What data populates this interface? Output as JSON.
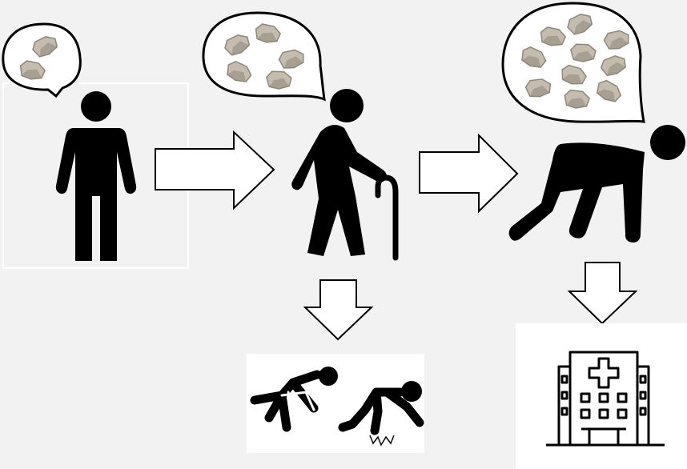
{
  "stages": [
    {
      "id": "healthy",
      "stone_count": 2
    },
    {
      "id": "elderly",
      "stone_count": 5
    },
    {
      "id": "frail",
      "stone_count": 10
    }
  ],
  "outcomes": [
    {
      "id": "falls"
    },
    {
      "id": "hospital"
    }
  ],
  "colors": {
    "background": "#f2f2f2",
    "figure": "#000000",
    "stone_fill": "#c4bcae",
    "stone_shade": "#8f877a",
    "panel": "#ffffff"
  }
}
